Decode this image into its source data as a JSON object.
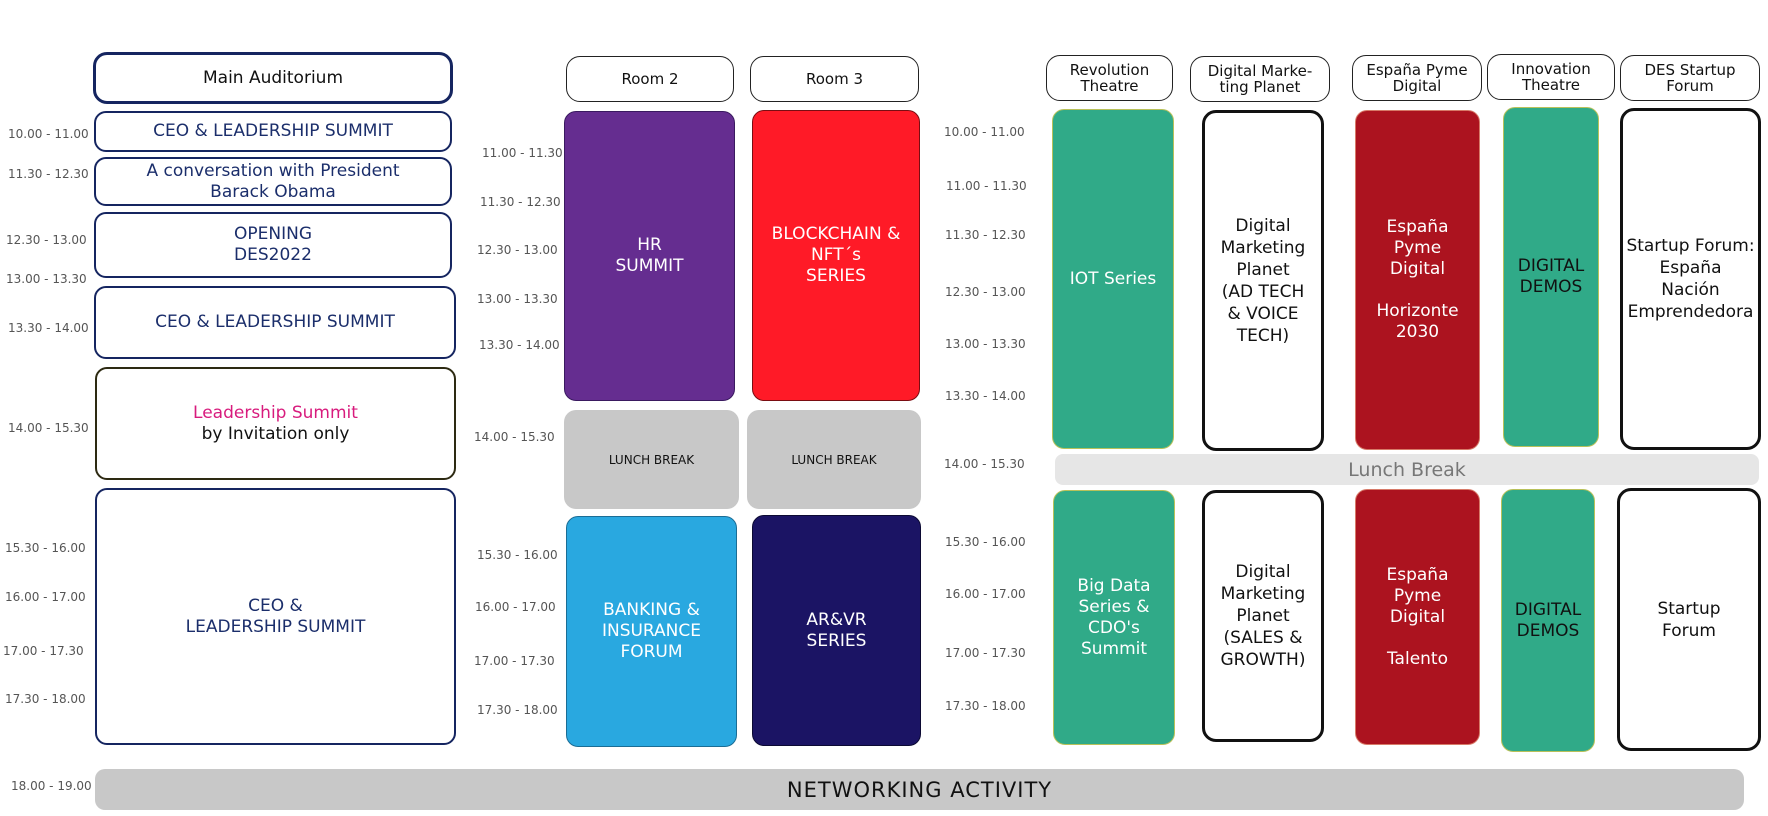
{
  "main_column": {
    "header": "Main Auditorium",
    "times": [
      "10.00 - 11.00",
      "11.30 - 12.30",
      "12.30 - 13.00",
      "13.00 - 13.30",
      "13.30 - 14.00",
      "14.00 - 15.30",
      "15.30 - 16.00",
      "16.00 - 17.00",
      "17.00 - 17.30",
      "17.30 - 18.00"
    ],
    "sessions": [
      {
        "label": "CEO & LEADERSHIP SUMMIT"
      },
      {
        "label": "A conversation with President\nBarack Obama"
      },
      {
        "label": "OPENING\nDES2022"
      },
      {
        "label": "CEO & LEADERSHIP SUMMIT"
      },
      {
        "label_line1": "Leadership Summit",
        "label_line2": "by Invitation only",
        "line1_color": "#d81b7d"
      },
      {
        "label": "CEO &\nLEADERSHIP SUMMIT"
      }
    ]
  },
  "rooms_column": {
    "headers": [
      "Room 2",
      "Room 3"
    ],
    "times": [
      "11.00 - 11.30",
      "11.30 - 12.30",
      "12.30 - 13.00",
      "13.00 - 13.30",
      "13.30 - 14.00",
      "14.00 - 15.30",
      "15.30 - 16.00",
      "16.00 - 17.00",
      "17.00 - 17.30",
      "17.30 - 18.00"
    ],
    "sessions": [
      {
        "label": "HR\nSUMMIT",
        "color": "#652d90"
      },
      {
        "label": "BLOCKCHAIN &\nNFT´s\nSERIES",
        "color": "#ff1a27"
      },
      {
        "label": "LUNCH BREAK",
        "color": "#c8c8c8"
      },
      {
        "label": "LUNCH BREAK",
        "color": "#c8c8c8"
      },
      {
        "label": "BANKING &\nINSURANCE\nFORUM",
        "color": "#29a8e0"
      },
      {
        "label": "AR&VR\nSERIES",
        "color": "#1b1464"
      }
    ]
  },
  "theatres_column": {
    "headers": [
      "Revolution\nTheatre",
      "Digital Marke-\nting Planet",
      "España Pyme\nDigital",
      "Innovation\nTheatre",
      "DES Startup\nForum"
    ],
    "times": [
      "10.00 - 11.00",
      "11.00 - 11.30",
      "11.30 - 12.30",
      "12.30 - 13.00",
      "13.00 - 13.30",
      "13.30 - 14.00",
      "14.00 - 15.30",
      "15.30 - 16.00",
      "16.00 - 17.00",
      "17.00 - 17.30",
      "17.30 - 18.00"
    ],
    "lunch_break": "Lunch Break",
    "sessions": [
      {
        "label": "IOT Series",
        "color": "#30aa88"
      },
      {
        "label": "Digital\nMarketing\nPlanet\n(AD TECH\n& VOICE\nTECH)"
      },
      {
        "label": "España\nPyme\nDigital\n\nHorizonte\n2030",
        "color": "#ac131f"
      },
      {
        "label": "DIGITAL\nDEMOS",
        "color": "#30aa88"
      },
      {
        "label": "Startup Forum:\nEspaña\nNación\nEmprendedora"
      },
      {
        "label": "Big Data\nSeries &\nCDO's\nSummit",
        "color": "#30aa88"
      },
      {
        "label": "Digital\nMarketing\nPlanet\n(SALES &\nGROWTH)"
      },
      {
        "label": "España\nPyme\nDigital\n\nTalento",
        "color": "#ac131f"
      },
      {
        "label": "DIGITAL\nDEMOS",
        "color": "#30aa88"
      },
      {
        "label": "Startup\nForum"
      }
    ]
  },
  "networking": {
    "time": "18.00 - 19.00",
    "label": "NETWORKING ACTIVITY"
  }
}
